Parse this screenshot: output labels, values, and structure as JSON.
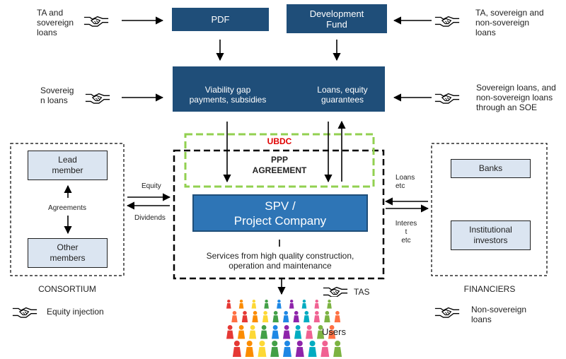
{
  "top_left": {
    "label": "TA and\nsovereign\nloans"
  },
  "pdf": {
    "label": "PDF"
  },
  "dev_fund": {
    "label": "Development\nFund"
  },
  "top_right": {
    "label": "TA, sovereign and\nnon-sovereign\nloans"
  },
  "mid_left": {
    "label": "Sovereig\nn loans"
  },
  "funding_bar": {
    "left_text": "Viability gap\npayments, subsidies",
    "right_text": "Loans, equity\nguarantees",
    "emblem": "seal-emblem"
  },
  "mid_right": {
    "label": "Sovereign loans, and\nnon-sovereign loans\nthrough an SOE"
  },
  "ubdc": {
    "label": "UBDC"
  },
  "ppp": {
    "label": "PPP\nAGREEMENT"
  },
  "spv": {
    "label": "SPV /\nProject Company"
  },
  "services": {
    "label": "Services from high quality construction,\noperation and maintenance"
  },
  "consortium": {
    "title": "CONSORTIUM",
    "lead": "Lead\nmember",
    "agreements": "Agreements",
    "other": "Other\nmembers"
  },
  "equity_flow": {
    "equity": "Equity",
    "dividends": "Dividends"
  },
  "financiers": {
    "title": "FINANCIERS",
    "banks": "Banks",
    "institutional": "Institutional\ninvestors"
  },
  "loans_flow": {
    "loans": "Loans\netc",
    "interest": "Interes\nt\netc"
  },
  "tas": {
    "label": "TAS"
  },
  "users": {
    "label": "Users"
  },
  "legend": {
    "equity_injection": "Equity injection",
    "non_sovereign": "Non-sovereign\nloans"
  },
  "colors": {
    "navy": "#1f4e79",
    "spv_blue": "#2e75b6",
    "light_box": "#dbe5f1",
    "ubdc_red": "#e00000",
    "ubdc_dash": "#92d050"
  },
  "icons": [
    "handshake-icon",
    "arrow-icon",
    "crowd-icon",
    "seal-emblem"
  ]
}
